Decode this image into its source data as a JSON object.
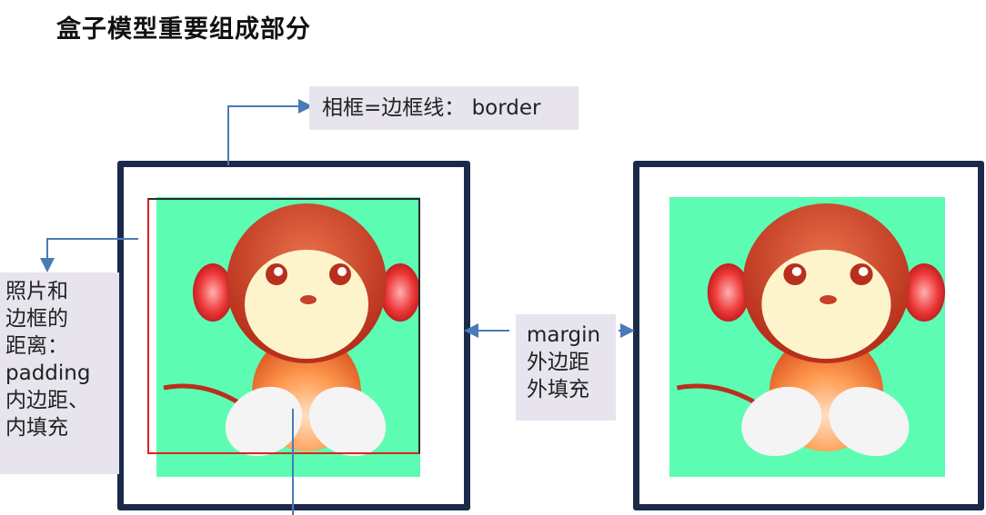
{
  "title": "盒子模型重要组成部分",
  "labels": {
    "border": "相框=边框线： border",
    "padding": [
      "照片和",
      "边框的",
      "距离：",
      "padding",
      "内边距、",
      "内填充"
    ],
    "margin": [
      "margin",
      "外边距",
      "外填充"
    ]
  },
  "colors": {
    "frame": "#1b2a4a",
    "photo_background": "#5dfcb3",
    "label_background": "#e8e4ee",
    "arrow": "#4a7ab8"
  }
}
